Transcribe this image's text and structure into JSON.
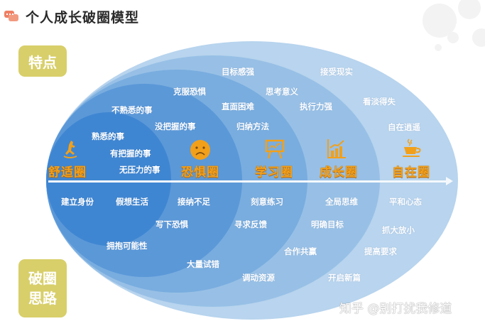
{
  "header": {
    "icon": "chat-bubbles-icon",
    "title": "个人成长破圈模型"
  },
  "tags": {
    "features": "特点",
    "break_line1": "破圈",
    "break_line2": "思路"
  },
  "colors": {
    "ring_comfort": "#3f86d2",
    "ring_fear": "#5b98d8",
    "ring_learning": "#79addf",
    "ring_growth": "#98c0e6",
    "ring_free": "#b8d4ee",
    "zone_label": "#f2a01a",
    "tag_bg": "#d8cf6a"
  },
  "zones": [
    {
      "name": "舒适圈",
      "icon": "rocking-chair-person-icon"
    },
    {
      "name": "恐惧圈",
      "icon": "sad-face-icon"
    },
    {
      "name": "学习圈",
      "icon": "presentation-board-icon"
    },
    {
      "name": "成长圈",
      "icon": "growth-bar-chart-icon"
    },
    {
      "name": "自在圈",
      "icon": "coffee-cup-icon"
    }
  ],
  "features": {
    "comfort": [
      "熟悉的事",
      "有把握的事",
      "无压力的事"
    ],
    "fear": [
      "不熟悉的事",
      "没把握的事",
      "克服恐惧"
    ],
    "learning": [
      "直面困难",
      "归纳方法",
      "目标感强"
    ],
    "growth": [
      "思考意义",
      "执行力强"
    ],
    "free": [
      "接受现实",
      "看淡得失",
      "自在逍遥"
    ]
  },
  "strategies": {
    "comfort": [
      "建立身份",
      "假想生活"
    ],
    "fear": [
      "接纳不足",
      "写下恐惧",
      "拥抱可能性",
      "大量试错"
    ],
    "learning": [
      "刻意练习",
      "寻求反馈",
      "调动资源"
    ],
    "growth": [
      "全局思维",
      "明确目标",
      "合作共赢",
      "开启新篇"
    ],
    "free": [
      "平和心态",
      "抓大放小",
      "提高要求"
    ]
  },
  "watermark": "知乎 @别打扰我修道"
}
